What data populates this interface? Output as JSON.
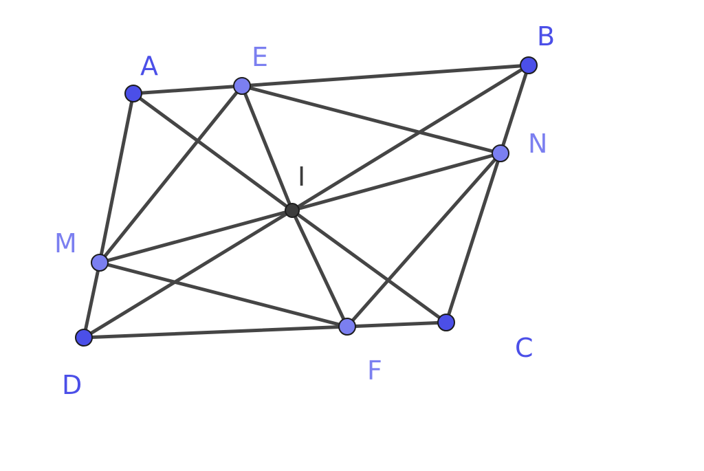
{
  "colors": {
    "segment": "#454545",
    "vertex_point": "#4b4fe8",
    "derived_point": "#7b7ff0",
    "center_point": "#3c3c3c",
    "vertex_label": "#4b4fe8",
    "derived_label": "#7b7ff0",
    "center_label": "#3c3c3c"
  },
  "points": [
    {
      "id": "A",
      "label": "A",
      "kind": "vertex"
    },
    {
      "id": "B",
      "label": "B",
      "kind": "vertex"
    },
    {
      "id": "C",
      "label": "C",
      "kind": "vertex"
    },
    {
      "id": "D",
      "label": "D",
      "kind": "vertex"
    },
    {
      "id": "E",
      "label": "E",
      "kind": "derived"
    },
    {
      "id": "F",
      "label": "F",
      "kind": "derived"
    },
    {
      "id": "M",
      "label": "M",
      "kind": "derived"
    },
    {
      "id": "N",
      "label": "N",
      "kind": "derived"
    },
    {
      "id": "I",
      "label": "I",
      "kind": "center"
    }
  ],
  "segments": [
    [
      "A",
      "E"
    ],
    [
      "E",
      "B"
    ],
    [
      "B",
      "N"
    ],
    [
      "N",
      "C"
    ],
    [
      "C",
      "F"
    ],
    [
      "F",
      "D"
    ],
    [
      "D",
      "M"
    ],
    [
      "M",
      "A"
    ],
    [
      "A",
      "I"
    ],
    [
      "I",
      "C"
    ],
    [
      "B",
      "I"
    ],
    [
      "I",
      "D"
    ],
    [
      "E",
      "I"
    ],
    [
      "I",
      "F"
    ],
    [
      "M",
      "I"
    ],
    [
      "I",
      "N"
    ],
    [
      "E",
      "N"
    ],
    [
      "N",
      "F"
    ],
    [
      "F",
      "M"
    ],
    [
      "M",
      "E"
    ]
  ]
}
